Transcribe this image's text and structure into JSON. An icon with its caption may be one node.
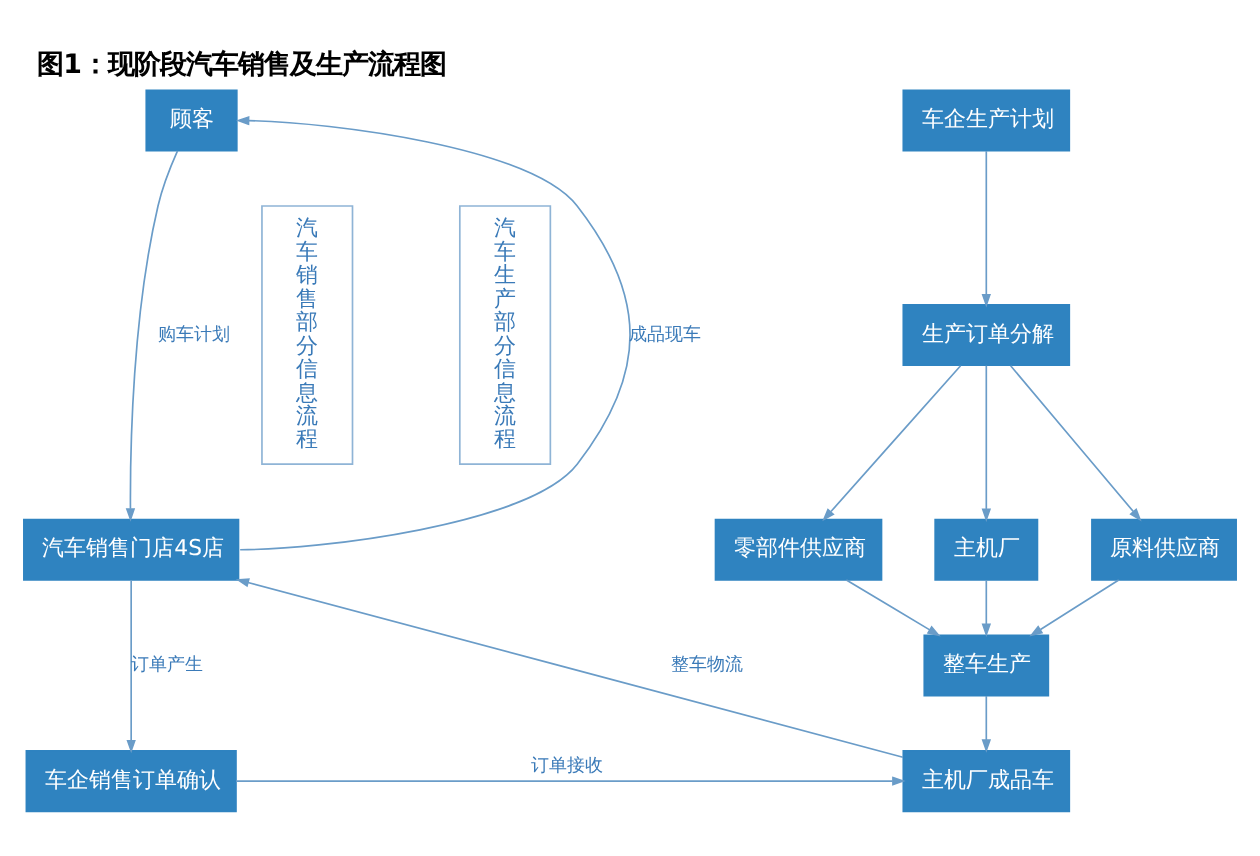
{
  "diagram": {
    "title": "图1：现阶段汽车销售及生产流程图",
    "nodes": [
      {
        "text": [
          "顾客"
        ]
      },
      {
        "text": [
          "汽车销售门店4S店"
        ]
      },
      {
        "text": [
          "车企销售订单确认"
        ]
      },
      {
        "text": [
          "汽车销售部分信息流程"
        ]
      },
      {
        "text": [
          "汽车生产部分信息流程"
        ]
      },
      {
        "text": [
          "车企生产计划"
        ]
      },
      {
        "text": [
          "生产订单分解"
        ]
      },
      {
        "text": [
          "零部件供应商"
        ]
      },
      {
        "text": [
          "主机厂"
        ]
      },
      {
        "text": [
          "原料供应商"
        ]
      },
      {
        "text": [
          "整车生产"
        ]
      },
      {
        "text": [
          "主机厂成品车"
        ]
      }
    ],
    "edges": [
      {
        "from": 0,
        "to": 1,
        "arrow": "to",
        "label": "购车计划"
      },
      {
        "from": 1,
        "to": 0,
        "arrow": "to",
        "label": "成品现车"
      },
      {
        "from": 1,
        "to": 2,
        "arrow": "to",
        "label": "订单产生"
      },
      {
        "from": 2,
        "to": 11,
        "arrow": "to",
        "label": "订单接收"
      },
      {
        "from": 11,
        "to": 1,
        "arrow": "to",
        "label": "整车物流"
      },
      {
        "from": 5,
        "to": 6,
        "arrow": "to"
      },
      {
        "from": 6,
        "to": 7,
        "arrow": "to"
      },
      {
        "from": 6,
        "to": 8,
        "arrow": "to"
      },
      {
        "from": 6,
        "to": 9,
        "arrow": "to"
      },
      {
        "from": 7,
        "to": 10,
        "arrow": "to"
      },
      {
        "from": 8,
        "to": 10,
        "arrow": "to"
      },
      {
        "from": 9,
        "to": 10,
        "arrow": "to"
      },
      {
        "from": 10,
        "to": 11,
        "arrow": "to"
      }
    ]
  }
}
